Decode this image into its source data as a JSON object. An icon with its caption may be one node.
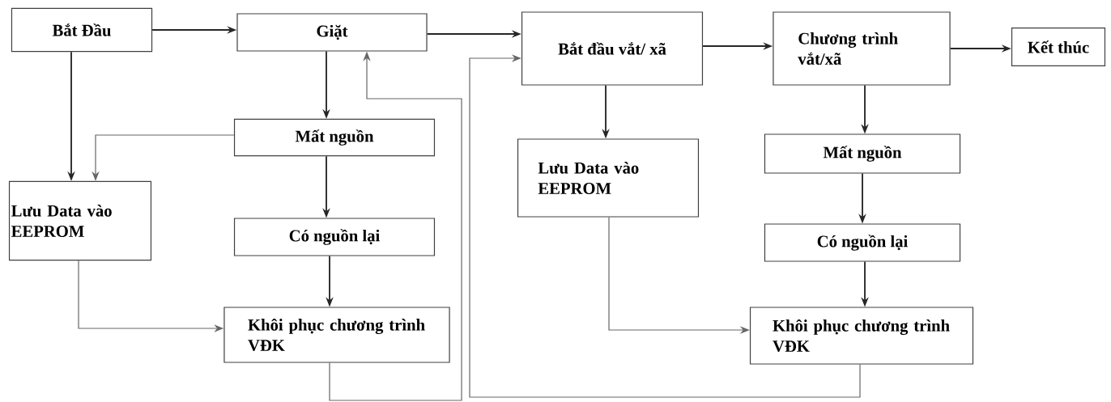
{
  "diagram": {
    "nodes": [
      {
        "text": [
          "Bắt Đầu"
        ]
      },
      {
        "text": [
          "Giặt"
        ]
      },
      {
        "text": [
          "Bắt đầu vắt/ xã"
        ]
      },
      {
        "text": [
          "Chương trình vắt/xã"
        ]
      },
      {
        "text": [
          "Kết thúc"
        ]
      },
      {
        "text": [
          "Lưu Data vào EEPROM"
        ]
      },
      {
        "text": [
          "Mất nguồn"
        ]
      },
      {
        "text": [
          "Có nguồn lại"
        ]
      },
      {
        "text": [
          "Khôi phục chương trình VĐK"
        ]
      },
      {
        "text": [
          "Lưu Data vào EEPROM"
        ]
      },
      {
        "text": [
          "Mất nguồn"
        ]
      },
      {
        "text": [
          "Có nguồn lại"
        ]
      },
      {
        "text": [
          "Khôi phục chương trình VĐK"
        ]
      }
    ],
    "edges": [
      {
        "from": 0,
        "to": 1,
        "arrow": "to"
      },
      {
        "from": 1,
        "to": 2,
        "arrow": "to"
      },
      {
        "from": 2,
        "to": 3,
        "arrow": "to"
      },
      {
        "from": 3,
        "to": 4,
        "arrow": "to"
      },
      {
        "from": 0,
        "to": 5,
        "arrow": "to"
      },
      {
        "from": 1,
        "to": 6,
        "arrow": "to"
      },
      {
        "from": 6,
        "to": 5,
        "arrow": "to",
        "color": "#666666"
      },
      {
        "from": 6,
        "to": 7,
        "arrow": "to"
      },
      {
        "from": 7,
        "to": 8,
        "arrow": "to"
      },
      {
        "from": 5,
        "to": 8,
        "arrow": "to",
        "color": "#666666"
      },
      {
        "from": 8,
        "to": 1,
        "arrow": "to",
        "color": "#666666"
      },
      {
        "from": 12,
        "to": 2,
        "arrow": "to",
        "color": "#666666"
      },
      {
        "from": 2,
        "to": 9,
        "arrow": "to"
      },
      {
        "from": 3,
        "to": 10,
        "arrow": "to"
      },
      {
        "from": 10,
        "to": 11,
        "arrow": "to"
      },
      {
        "from": 11,
        "to": 12,
        "arrow": "to"
      },
      {
        "from": 9,
        "to": 12,
        "arrow": "to",
        "color": "#666666"
      }
    ]
  }
}
